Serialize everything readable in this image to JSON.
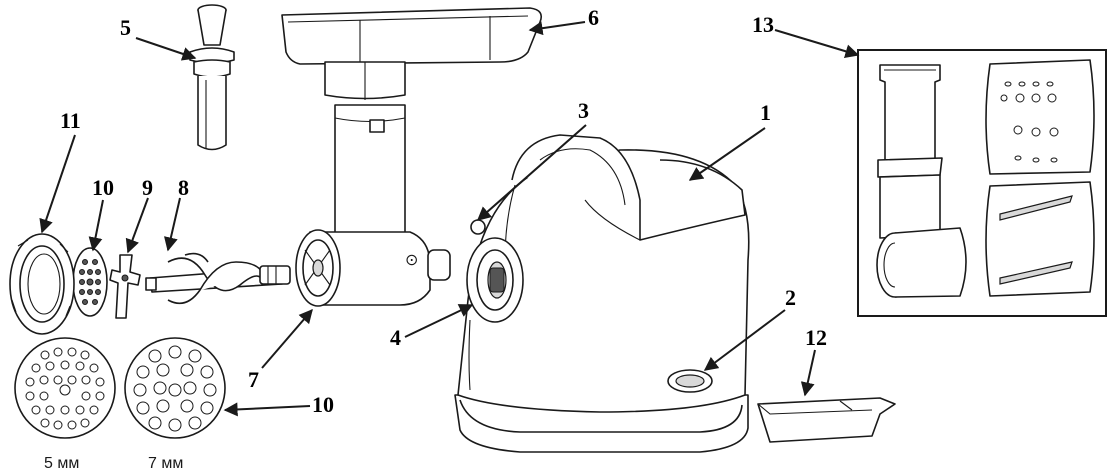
{
  "callouts": {
    "c1": "1",
    "c2": "2",
    "c3": "3",
    "c4": "4",
    "c5": "5",
    "c6": "6",
    "c7": "7",
    "c8": "8",
    "c9": "9",
    "c10_top": "10",
    "c10_bottom": "10",
    "c11": "11",
    "c12": "12",
    "c13": "13"
  },
  "plate_captions": {
    "fine": "5 мм",
    "coarse": "7 мм"
  },
  "colors": {
    "line": "#1a1a1a",
    "fill": "#ffffff"
  }
}
